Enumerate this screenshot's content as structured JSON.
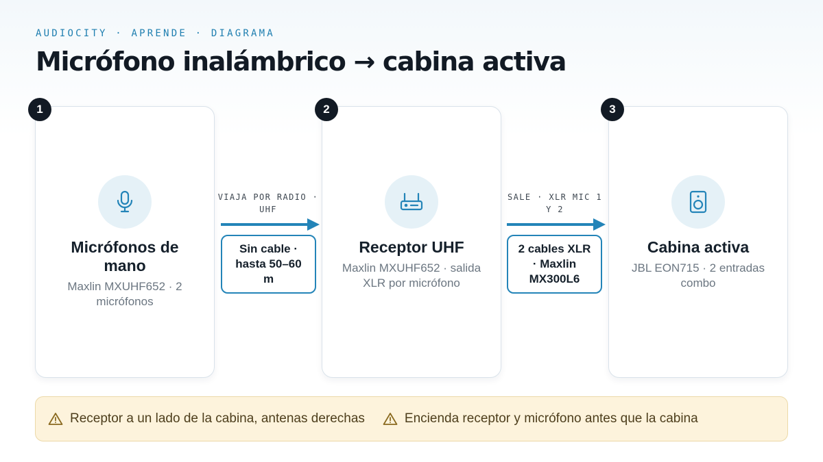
{
  "header": {
    "eyebrow": "AUDIOCITY · APRENDE · DIAGRAMA",
    "title": "Micrófono inalámbrico → cabina activa"
  },
  "steps": [
    {
      "number": "1",
      "icon": "microphone-icon",
      "title": "Micrófonos de mano",
      "subtitle": "Maxlin MXUHF652 · 2 micrófonos"
    },
    {
      "number": "2",
      "icon": "receiver-icon",
      "title": "Receptor UHF",
      "subtitle": "Maxlin MXUHF652 · salida XLR por micrófono"
    },
    {
      "number": "3",
      "icon": "speaker-icon",
      "title": "Cabina activa",
      "subtitle": "JBL EON715 · 2 entradas combo"
    }
  ],
  "connections": [
    {
      "label": "VIAJA POR RADIO · UHF",
      "detail": "Sin cable · hasta 50–60 m"
    },
    {
      "label": "SALE · XLR MIC 1 Y 2",
      "detail": "2 cables XLR · Maxlin MX300L6"
    }
  ],
  "notes": [
    {
      "icon": "warning-icon",
      "text": "Receptor a un lado de la cabina, antenas derechas"
    },
    {
      "icon": "warning-icon",
      "text": "Encienda receptor y micrófono antes que la cabina"
    }
  ],
  "colors": {
    "accent": "#2384b8",
    "dark": "#121a24",
    "icon_bg": "#e5f1f7",
    "note_bg": "#fdf3dc",
    "note_icon": "#8a6a1f"
  }
}
